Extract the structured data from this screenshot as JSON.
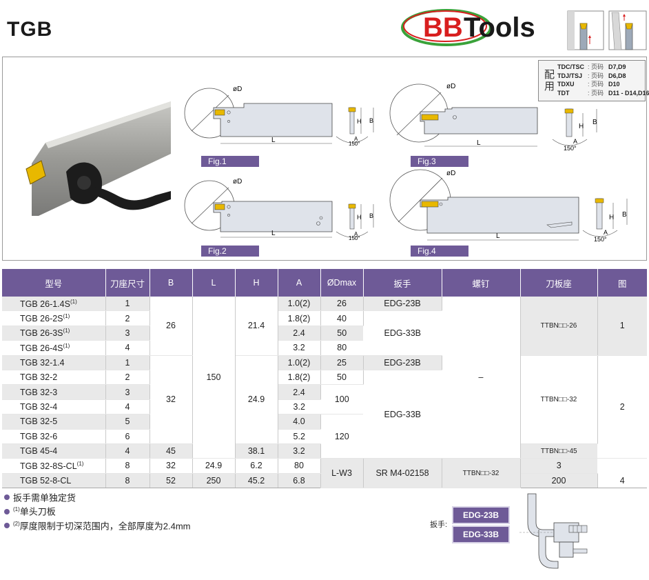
{
  "header": {
    "title": "TGB",
    "logo": {
      "part1": "BB",
      "part2": "Tools"
    }
  },
  "match_box": {
    "label": "配用",
    "rows": [
      {
        "key": "TDC/TSC",
        "sep": ": 页码",
        "pages": "D7,D9"
      },
      {
        "key": "TDJ/TSJ",
        "sep": ": 页码",
        "pages": "D6,D8"
      },
      {
        "key": "TDXU",
        "sep": ": 页码",
        "pages": "D10"
      },
      {
        "key": "TDT",
        "sep": ": 页码",
        "pages": "D11 - D14,D16"
      }
    ]
  },
  "figures": {
    "fig1": "Fig.1",
    "fig2": "Fig.2",
    "fig3": "Fig.3",
    "fig4": "Fig.4",
    "dim_D": "øD",
    "dim_L": "L",
    "dim_H": "H",
    "dim_B": "B",
    "dim_A": "A",
    "dim_angle": "150°"
  },
  "table": {
    "headers": [
      "型号",
      "刀座尺寸",
      "B",
      "L",
      "H",
      "A",
      "ØDmax",
      "扳手",
      "螺钉",
      "刀板座",
      "图"
    ],
    "rows": [
      {
        "model": "TGB 26-1.4S",
        "sup": "(1)",
        "size": "1",
        "A": "1.0(2)",
        "D": "26"
      },
      {
        "model": "TGB 26-2S",
        "sup": "(1)",
        "size": "2",
        "A": "1.8(2)",
        "D": "40"
      },
      {
        "model": "TGB 26-3S",
        "sup": "(1)",
        "size": "3",
        "A": "2.4",
        "D": "50"
      },
      {
        "model": "TGB 26-4S",
        "sup": "(1)",
        "size": "4",
        "A": "3.2",
        "D": "80"
      },
      {
        "model": "TGB 32-1.4",
        "sup": "",
        "size": "1",
        "A": "1.0(2)",
        "D": "25"
      },
      {
        "model": "TGB 32-2",
        "sup": "",
        "size": "2",
        "A": "1.8(2)",
        "D": "50"
      },
      {
        "model": "TGB 32-3",
        "sup": "",
        "size": "3",
        "A": "2.4"
      },
      {
        "model": "TGB 32-4",
        "sup": "",
        "size": "4",
        "A": "3.2"
      },
      {
        "model": "TGB 32-5",
        "sup": "",
        "size": "5",
        "A": "4.0"
      },
      {
        "model": "TGB 32-6",
        "sup": "",
        "size": "6",
        "A": "5.2"
      },
      {
        "model": "TGB 45-4",
        "sup": "",
        "size": "4",
        "A": "3.2"
      },
      {
        "model": "TGB 32-8S-CL",
        "sup": "(1)",
        "size": "8",
        "A": "6.2",
        "D": "80"
      },
      {
        "model": "TGB 52-8-CL",
        "sup": "",
        "size": "8",
        "A": "6.8",
        "D": "200"
      }
    ],
    "merged": {
      "B_26": "26",
      "B_32": "32",
      "B_45": "45",
      "B_32b": "32",
      "B_52": "52",
      "L_150": "150",
      "L_250": "250",
      "H_21": "21.4",
      "H_24": "24.9",
      "H_38": "38.1",
      "H_24b": "24.9",
      "H_45": "45.2",
      "D_100": "100",
      "D_120": "120",
      "wr_23a": "EDG-23B",
      "wr_33a": "EDG-33B",
      "wr_23b": "EDG-23B",
      "wr_33b": "EDG-33B",
      "wr_lw3": "L-W3",
      "screw_none": "–",
      "screw_sr": "SR M4-02158",
      "seat_26": "TTBN□□-26",
      "seat_32": "TTBN□□-32",
      "seat_45": "TTBN□□-45",
      "seat_32b": "TTBN□□-32",
      "fig_1": "1",
      "fig_2": "2",
      "fig_3": "3",
      "fig_4": "4"
    }
  },
  "notes": [
    {
      "prefix": "",
      "text": "扳手需单独定货"
    },
    {
      "prefix": "(1)",
      "text": "单头刀板"
    },
    {
      "prefix": "(2)",
      "text": "厚度限制于切深范围内，全部厚度为2.4mm"
    }
  ],
  "wrench": {
    "label": "扳手:",
    "tags": [
      "EDG-23B",
      "EDG-33B"
    ]
  }
}
